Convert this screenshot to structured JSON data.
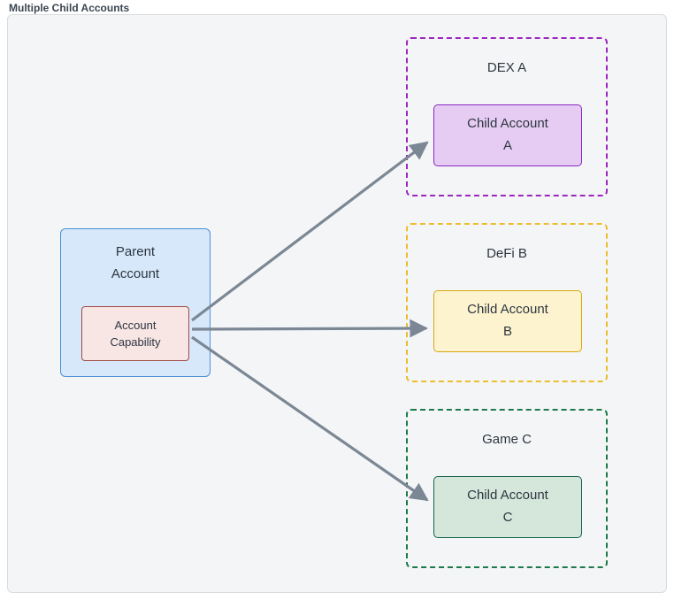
{
  "diagram": {
    "title": "Multiple Child Accounts",
    "parent_account": {
      "label": "Parent Account",
      "capability_label": "Account Capability"
    },
    "groups": [
      {
        "name": "DEX A",
        "child_label": "Child Account A"
      },
      {
        "name": "DeFi B",
        "child_label": "Child Account B"
      },
      {
        "name": "Game C",
        "child_label": "Child Account C"
      }
    ],
    "colors": {
      "canvas_bg": "#f4f5f6",
      "canvas_border": "#d9dcdf",
      "parent_fill": "#d7e8fa",
      "parent_border": "#4b8fd4",
      "capability_fill": "#f7e6e4",
      "capability_border": "#9e4a44",
      "group_a_border": "#9c27c0",
      "child_a_fill": "#e6ccf2",
      "child_a_border": "#8926c3",
      "group_b_border": "#edbd2e",
      "child_b_fill": "#fdf4cf",
      "child_b_border": "#d9a514",
      "group_c_border": "#1c7a4b",
      "child_c_fill": "#d5e6db",
      "child_c_border": "#15614a",
      "arrow": "#7b8794",
      "text": "#2d3640"
    }
  }
}
